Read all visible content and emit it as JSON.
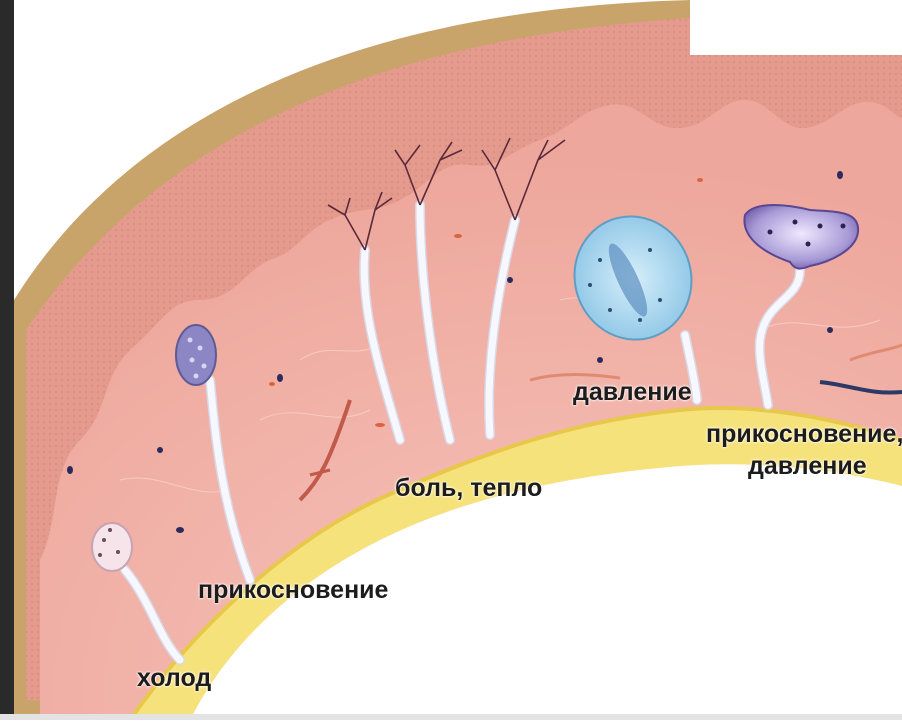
{
  "labels": {
    "cold": "холод",
    "touch": "прикосновение",
    "pain_heat": "боль, тепло",
    "pressure": "давление",
    "touch_pressure_line1": "прикосновение,",
    "touch_pressure_line2": "давление"
  },
  "colors": {
    "epidermis": "#e49a8c",
    "dermis": "#f2b8b0",
    "corneum": "#c9a46a",
    "fat": "#f6e27a",
    "nerve": "#f4f4fb",
    "pacinian": "#a9d8ef",
    "meissner": "#8c86c4",
    "merkel": "#6f5aa8"
  }
}
